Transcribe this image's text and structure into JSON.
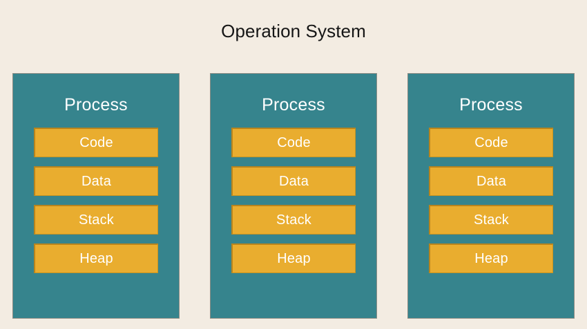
{
  "diagram": {
    "title": "Operation System",
    "background_color": "#f3ece2",
    "title_color": "#161616",
    "process_fill_color": "#36848d",
    "process_border_color": "#8c8c84",
    "segment_fill_color": "#e9ad2f",
    "segment_border_color": "#b8841d",
    "label_color": "#ffffff",
    "processes": [
      {
        "title": "Process",
        "segments": [
          {
            "label": "Code"
          },
          {
            "label": "Data"
          },
          {
            "label": "Stack"
          },
          {
            "label": "Heap"
          }
        ]
      },
      {
        "title": "Process",
        "segments": [
          {
            "label": "Code"
          },
          {
            "label": "Data"
          },
          {
            "label": "Stack"
          },
          {
            "label": "Heap"
          }
        ]
      },
      {
        "title": "Process",
        "segments": [
          {
            "label": "Code"
          },
          {
            "label": "Data"
          },
          {
            "label": "Stack"
          },
          {
            "label": "Heap"
          }
        ]
      }
    ]
  }
}
